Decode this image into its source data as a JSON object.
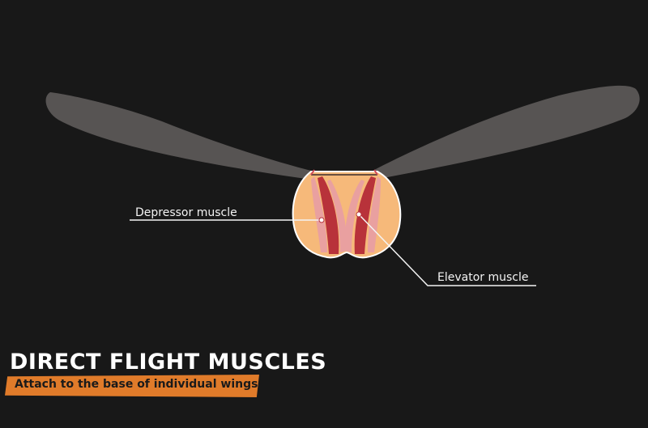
{
  "diagram": {
    "labels": {
      "depressor": "Depressor muscle",
      "elevator": "Elevator muscle"
    },
    "colors": {
      "background": "#181818",
      "wing": "#5d5a59",
      "thorax": "#f6b97a",
      "muscle": "#b8323a",
      "muscle_light": "#e9a0a0",
      "leader_line": "#f4f4f4"
    }
  },
  "caption": {
    "title": "DIRECT FLIGHT MUSCLES",
    "subtitle": "Attach to the base of individual wings",
    "banner_color": "#e07b2a"
  }
}
